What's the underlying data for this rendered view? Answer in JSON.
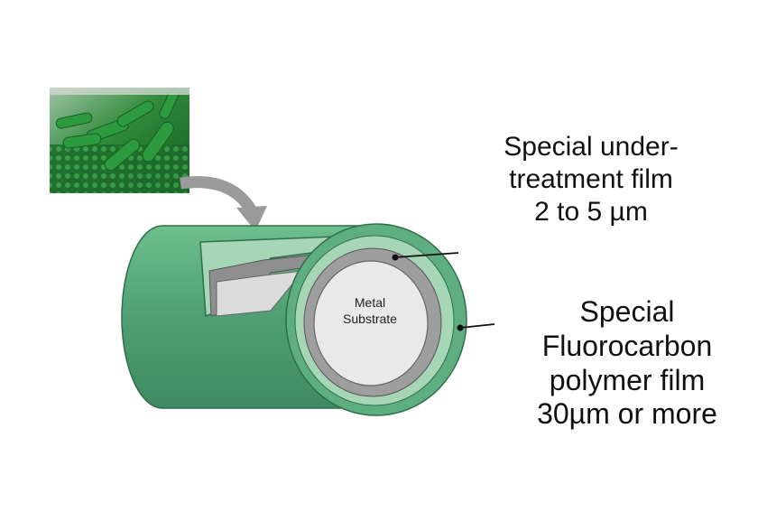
{
  "labels": {
    "substrate_line1": "Metal",
    "substrate_line2": "Substrate",
    "undertreatment_line1": "Special under-",
    "undertreatment_line2": "treatment film",
    "undertreatment_line3": "2 to 5 µm",
    "fluorocarbon_line1": "Special",
    "fluorocarbon_line2": "Fluorocarbon",
    "fluorocarbon_line3": "polymer film",
    "fluorocarbon_line4": "30µm or more"
  },
  "colors": {
    "coating_green": "#5fae7f",
    "coating_light": "#a6d6b5",
    "undertreatment_gray": "#9e9e9e",
    "substrate_fill": "#e9e9e9",
    "arrow_gray": "#9a9a9a",
    "photo_green": "#2f8a3a"
  }
}
